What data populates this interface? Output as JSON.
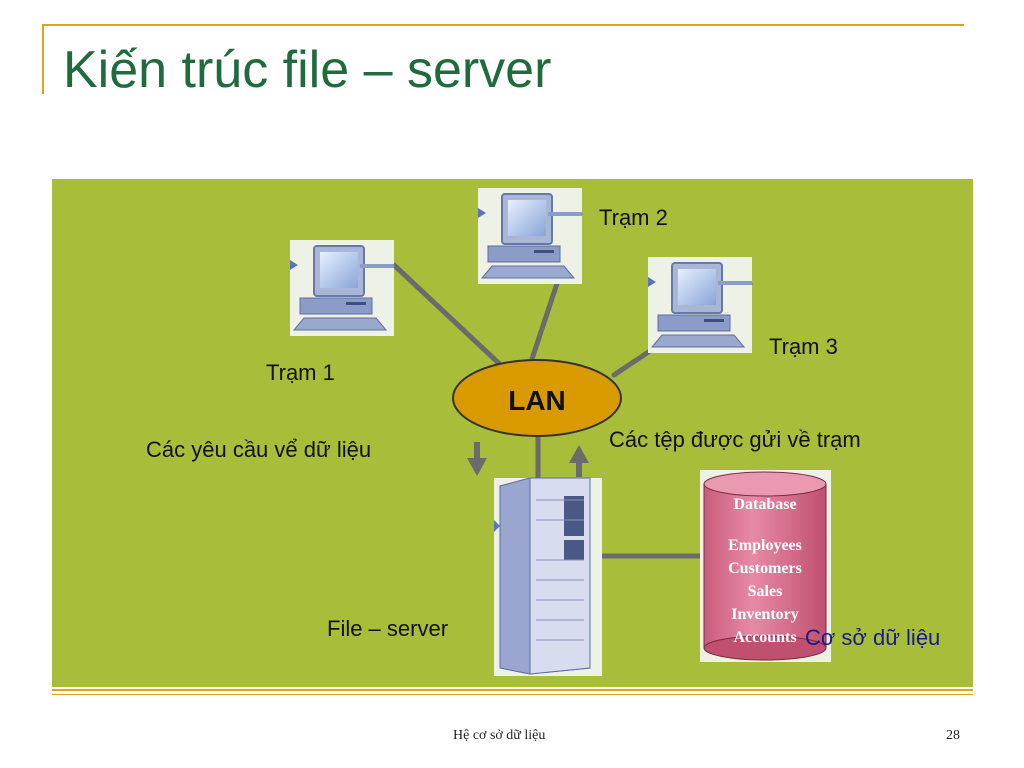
{
  "slide": {
    "title": "Kiến trúc file – server",
    "footer": "Hệ cơ sở dữ liệu",
    "page_number": "28"
  },
  "diagram": {
    "colors": {
      "panel": "#a8be3a",
      "lan_fill": "#d99a00",
      "cable": "#6b6b6b",
      "database": "#d9728f",
      "title": "#1f6b3e",
      "accent": "#e0a020"
    },
    "lan_label": "LAN",
    "stations": [
      {
        "label": "Trạm 1",
        "icon": "computer-icon"
      },
      {
        "label": "Trạm 2",
        "icon": "computer-icon"
      },
      {
        "label": "Trạm 3",
        "icon": "computer-icon"
      }
    ],
    "request_label": "Các yêu cầu vể dữ liệu",
    "response_label": "Các tệp được gửi về trạm",
    "server_label": "File – server",
    "server_icon": "server-tower-icon",
    "database": {
      "label": "Cơ sở dữ liệu",
      "icon": "database-cylinder-icon",
      "heading": "Database",
      "items": [
        "Employees",
        "Customers",
        "Sales",
        "Inventory",
        "Accounts"
      ]
    }
  }
}
